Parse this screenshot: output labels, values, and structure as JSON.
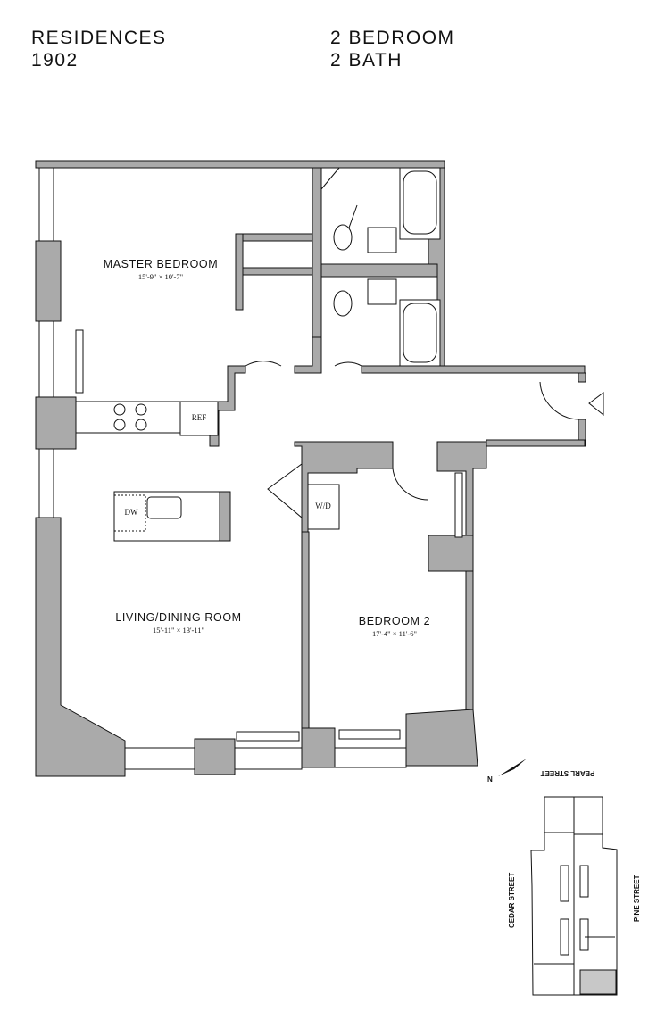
{
  "header": {
    "residence_label": "RESIDENCES",
    "residence_number": "1902",
    "bedrooms": "2 BEDROOM",
    "baths": "2 BATH"
  },
  "rooms": [
    {
      "name": "MASTER BEDROOM",
      "dims": "15'-9\" × 10'-7\""
    },
    {
      "name": "LIVING/DINING ROOM",
      "dims": "15'-11\" × 13'-11\""
    },
    {
      "name": "BEDROOM 2",
      "dims": "17'-4\" × 11'-6\""
    }
  ],
  "fixtures": {
    "dishwasher": "DW",
    "washer_dryer": "W/D",
    "refrigerator": "REF"
  },
  "keyplan": {
    "north": "N",
    "streets": [
      "PEARL STREET",
      "CEDAR STREET",
      "PINE STREET"
    ],
    "highlight_color": "#c8c8c8"
  },
  "colors": {
    "wall": "#aaaaaa",
    "line": "#111111"
  }
}
